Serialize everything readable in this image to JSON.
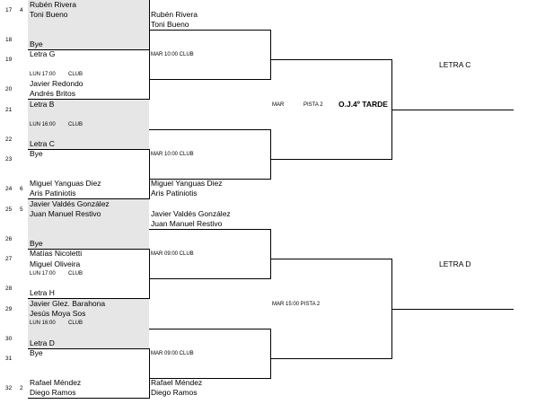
{
  "rows": {
    "r17": "17",
    "r18": "18",
    "r19": "19",
    "r20": "20",
    "r21": "21",
    "r22": "22",
    "r23": "23",
    "r24": "24",
    "r25": "25",
    "r26": "26",
    "r27": "27",
    "r28": "28",
    "r29": "29",
    "r30": "30",
    "r31": "31",
    "r32": "32"
  },
  "seeds": {
    "s17": "4",
    "s24": "6",
    "s25": "5",
    "s32": "2"
  },
  "col1": {
    "p17a": "Rubén Rivera",
    "p17b": "Toni Bueno",
    "p18": "Bye",
    "p19": "Letra G",
    "m19": "LUN 17:00",
    "m19c": "CLUB",
    "p20a": "Javier Redondo",
    "p20b": "Andrés Britos",
    "p21": "Letra B",
    "m21": "LUN 16:00",
    "m21c": "CLUB",
    "p22": "Letra C",
    "p23": "Bye",
    "p24a": "Miguel Yanguas Diez",
    "p24b": "Aris Patiniotis",
    "p25a": "Javier Valdés González",
    "p25b": "Juan Manuel Restivo",
    "p26": "Bye",
    "p27a": "Matías Nicoletti",
    "p27b": "Miguel Oliveira",
    "m27": "LUN 17:00",
    "m27c": "CLUB",
    "p28": "Letra H",
    "p29a": "Javier Glez. Barahona",
    "p29b": "Jesús Moya Sos",
    "m29": "LUN 16:00",
    "m29c": "CLUB",
    "p30": "Letra D",
    "p31": "Bye",
    "p32a": "Rafael Méndez",
    "p32b": "Diego Ramos"
  },
  "col2": {
    "w1a": "Rubén Rivera",
    "w1b": "Toni Bueno",
    "m1": "MAR 10:00 CLUB",
    "m2": "MAR 10:00 CLUB",
    "w4a": "Miguel Yanguas Diez",
    "w4b": "Aris Patiniotis",
    "w5a": "Javier Valdés González",
    "w5b": "Juan Manuel Restivo",
    "m3": "MAR 09:00 CLUB",
    "m4": "MAR 09:00 CLUB",
    "w8a": "Rafael Méndez",
    "w8b": "Diego Ramos"
  },
  "col3": {
    "mar": "MAR",
    "pista": "PISTA 2",
    "oj": "O.J.4º TARDE",
    "mar2": "MAR 15:00 PISTA 2"
  },
  "col4": {
    "letra_c": "LETRA C",
    "letra_d": "LETRA D"
  }
}
